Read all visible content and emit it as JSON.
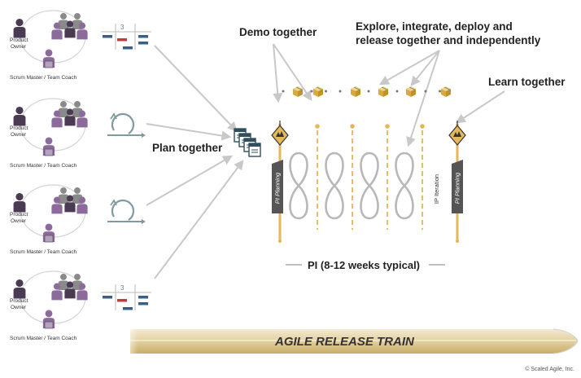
{
  "teams": [
    {
      "owner_label": "Product Owner",
      "coach_label": "Scrum Master / Team Coach",
      "planner": "sprint-board",
      "sprint_number": "3"
    },
    {
      "owner_label": "Product Owner",
      "coach_label": "Scrum Master / Team Coach",
      "planner": "iteration-loop"
    },
    {
      "owner_label": "Product Owner",
      "coach_label": "Scrum Master / Team Coach",
      "planner": "iteration-loop"
    },
    {
      "owner_label": "Product Owner",
      "coach_label": "Scrum Master / Team Coach",
      "planner": "sprint-board",
      "sprint_number": "3"
    }
  ],
  "captions": {
    "plan": "Plan together",
    "demo": "Demo together",
    "explore_line1": "Explore, integrate, deploy and",
    "explore_line2": "release together and independently",
    "learn": "Learn together"
  },
  "timeline": {
    "pi_planning_label": "PI Planning",
    "ip_iteration_label": "IP Iteration",
    "pi_end_planning_label": "PI Planning",
    "pi_length_label": "PI (8-12 weeks typical)",
    "iteration_count": 4,
    "increment_count": 6
  },
  "train": {
    "label": "AGILE RELEASE TRAIN"
  },
  "copyright": "© Scaled Agile, Inc.",
  "colors": {
    "person_dark": "#4a3a52",
    "person_purple": "#8c6a9c",
    "person_gray": "#8a8a8a",
    "arrow_gray": "#c8c8c8",
    "gold": "#e3b75a",
    "dark_gray": "#555555",
    "loop_teal": "#7f9aa0",
    "board_blue": "#34608c",
    "board_red": "#b84040",
    "train_tan": "#d8c494"
  },
  "icons": {
    "person": "person-icon",
    "team_group": "team-group-icon",
    "sprint_board": "sprint-board-icon",
    "iteration_loop": "iteration-loop-icon",
    "plan_documents": "plan-documents-icon",
    "increment_box": "package-box-icon",
    "milestone": "milestone-sign-icon"
  }
}
